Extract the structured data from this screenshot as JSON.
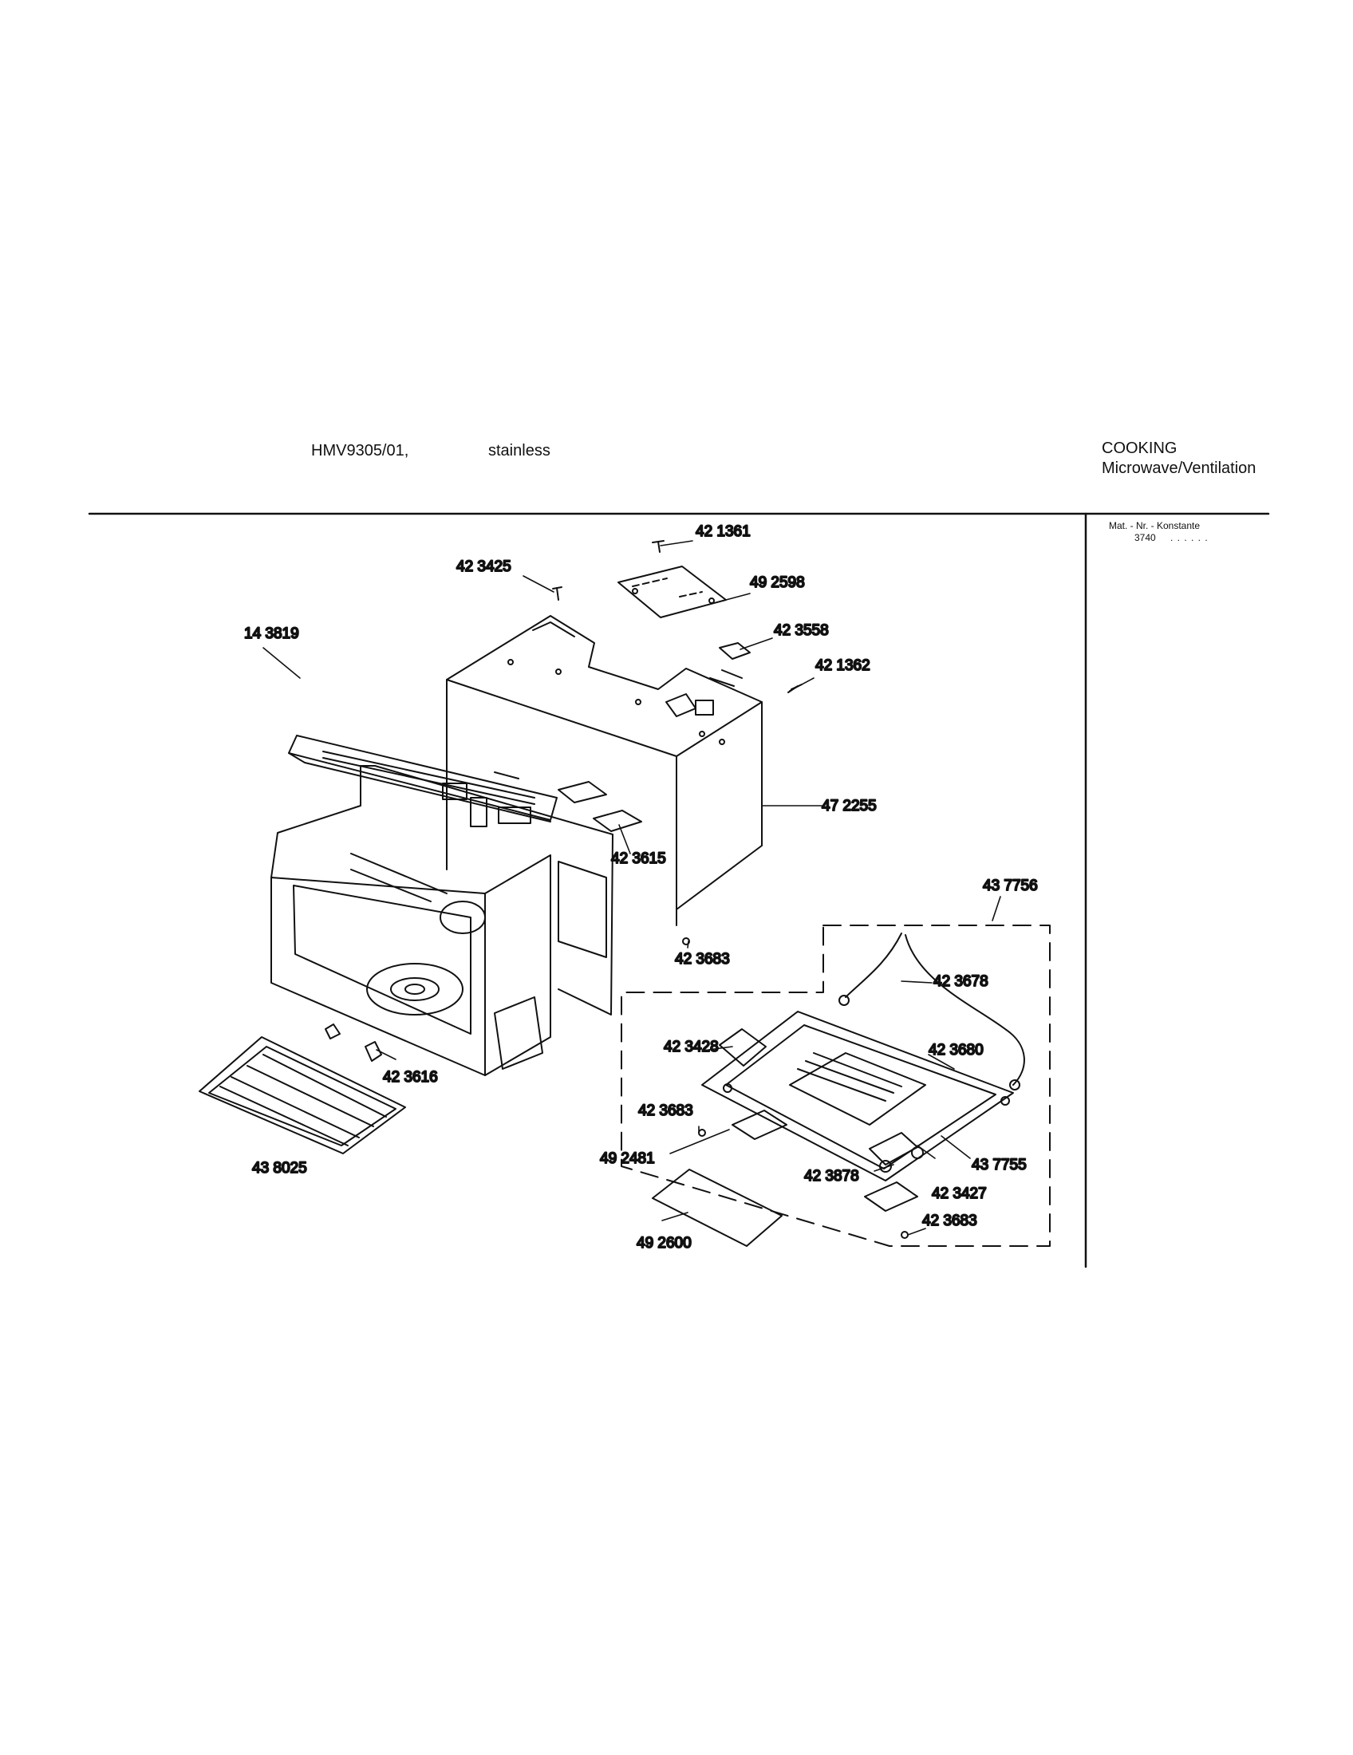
{
  "header": {
    "model": "HMV9305/01,",
    "finish": "stainless",
    "category_line1": "COOKING",
    "category_line2": "Microwave/Ventilation"
  },
  "material_box": {
    "label": "Mat. - Nr. - Konstante",
    "value": "3740",
    "dots": ". .   . . . ."
  },
  "parts": [
    {
      "id": "p-421361",
      "label": "42 1361"
    },
    {
      "id": "p-423425",
      "label": "42 3425"
    },
    {
      "id": "p-492598",
      "label": "49 2598"
    },
    {
      "id": "p-143819",
      "label": "14 3819"
    },
    {
      "id": "p-423558",
      "label": "42 3558"
    },
    {
      "id": "p-421362",
      "label": "42 1362"
    },
    {
      "id": "p-472255",
      "label": "47 2255"
    },
    {
      "id": "p-423615",
      "label": "42 3615"
    },
    {
      "id": "p-423683a",
      "label": "42 3683"
    },
    {
      "id": "p-437756",
      "label": "43 7756"
    },
    {
      "id": "p-423678",
      "label": "42 3678"
    },
    {
      "id": "p-423428",
      "label": "42 3428"
    },
    {
      "id": "p-423680",
      "label": "42 3680"
    },
    {
      "id": "p-423616",
      "label": "42 3616"
    },
    {
      "id": "p-423683b",
      "label": "42 3683"
    },
    {
      "id": "p-438025",
      "label": "43 8025"
    },
    {
      "id": "p-492481",
      "label": "49 2481"
    },
    {
      "id": "p-437755",
      "label": "43 7755"
    },
    {
      "id": "p-423878",
      "label": "42 3878"
    },
    {
      "id": "p-423427",
      "label": "42 3427"
    },
    {
      "id": "p-423683c",
      "label": "42 3683"
    },
    {
      "id": "p-492600",
      "label": "49 2600"
    }
  ]
}
